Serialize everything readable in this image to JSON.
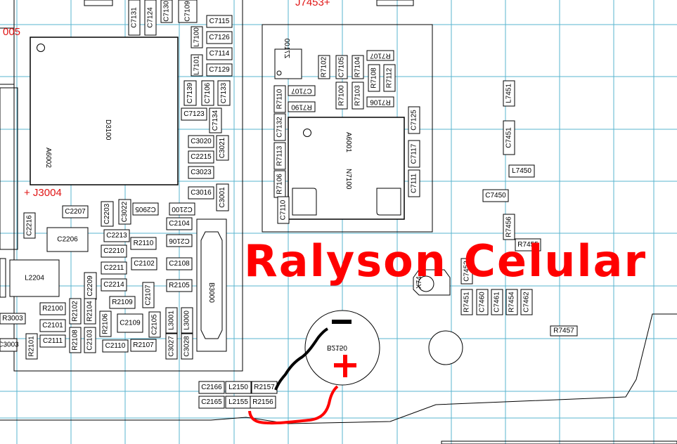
{
  "grid_labels": {
    "top_ref": "J7453+",
    "left_ref": "005",
    "j3004": "+ J3004"
  },
  "watermark": "Ralyson Celular",
  "battery": {
    "ref": "B2150",
    "minus": "−",
    "plus": "+"
  },
  "chips": {
    "d3100": "D3100",
    "a6002": "A6002",
    "n7100": "N7100",
    "a6001": "A6001",
    "z7100": "Z7100",
    "b3000": "B3000"
  },
  "components": {
    "c7131": "C7131",
    "c7124": "C7124",
    "c7130": "C7130",
    "c7109": "C7109",
    "c7115": "C7115",
    "l7100": "L7100",
    "c7126": "C7126",
    "c7114": "C7114",
    "l7101": "L7101",
    "c7129": "C7129",
    "c7139": "C7139",
    "c7106": "C7106",
    "c7133": "C7133",
    "c7123": "C7123",
    "c7134": "C7134",
    "c3020": "C3020",
    "c3021": "C3021",
    "c2215": "C2215",
    "c3023": "C3023",
    "c3016": "C3016",
    "c3001": "C3001",
    "c2207": "C2207",
    "c2203": "C2203",
    "c3022": "C3022",
    "c2905": "C2905",
    "c2100": "C2100",
    "c2104": "C2104",
    "c2106": "C2106",
    "c2216": "C2216",
    "c2206": "C2206",
    "c2213": "C2213",
    "r2110": "R2110",
    "c2210": "C2210",
    "c2102": "C2102",
    "c2108": "C2108",
    "l2204": "L2204",
    "c2211": "C2211",
    "c2209": "C2209",
    "c2214": "C2214",
    "c2107": "C2107",
    "r2105": "R2105",
    "r2100": "R2100",
    "r2102": "R2102",
    "r2104": "R2104",
    "r2109": "R2109",
    "r3003": "R3003",
    "c2101": "C2101",
    "r2106": "R2106",
    "c2109": "C2109",
    "c2105": "C2105",
    "l3001": "L3001",
    "l3000": "L3000",
    "c3003": "C3003",
    "c2111": "C2111",
    "r2108": "R2108",
    "c2103": "C2103",
    "c3027": "C3027",
    "c3028": "C3028",
    "r2101": "R2101",
    "c2110": "C2110",
    "r2107": "R2107",
    "c2166": "C2166",
    "l2150": "L2150",
    "r2157": "R2157",
    "c2165": "C2165",
    "l2155": "L2155",
    "r2156": "R2156",
    "r7102": "R7102",
    "c7105": "C7105",
    "r7104": "R7104",
    "r7107": "R7107",
    "r7100": "R7100",
    "r7103": "R7103",
    "r7108": "R7108",
    "r7112": "R7112",
    "r7110": "R7110",
    "c7107": "C7107",
    "r7106": "R7106",
    "r7190": "R7190",
    "c7125": "C7125",
    "c7132": "C7132",
    "c7117": "C7117",
    "r7113": "R7113",
    "r7106b": "R7106",
    "c7111": "C7111",
    "c7110": "C7110",
    "l7451": "L7451",
    "c7451": "C7451",
    "l7450": "L7450",
    "c7450": "C7450",
    "r7456": "R7456",
    "r7455": "R7455",
    "c7452": "C7452",
    "x7450": "X74",
    "r7451": "R7451",
    "c7460": "C7460",
    "c7461": "C7461",
    "r7454": "R7454",
    "c7462": "C7462",
    "r7457": "R7457"
  },
  "colors": {
    "grid": "#5ab4cf",
    "annotation": "#ff0000",
    "outline": "#000000"
  }
}
